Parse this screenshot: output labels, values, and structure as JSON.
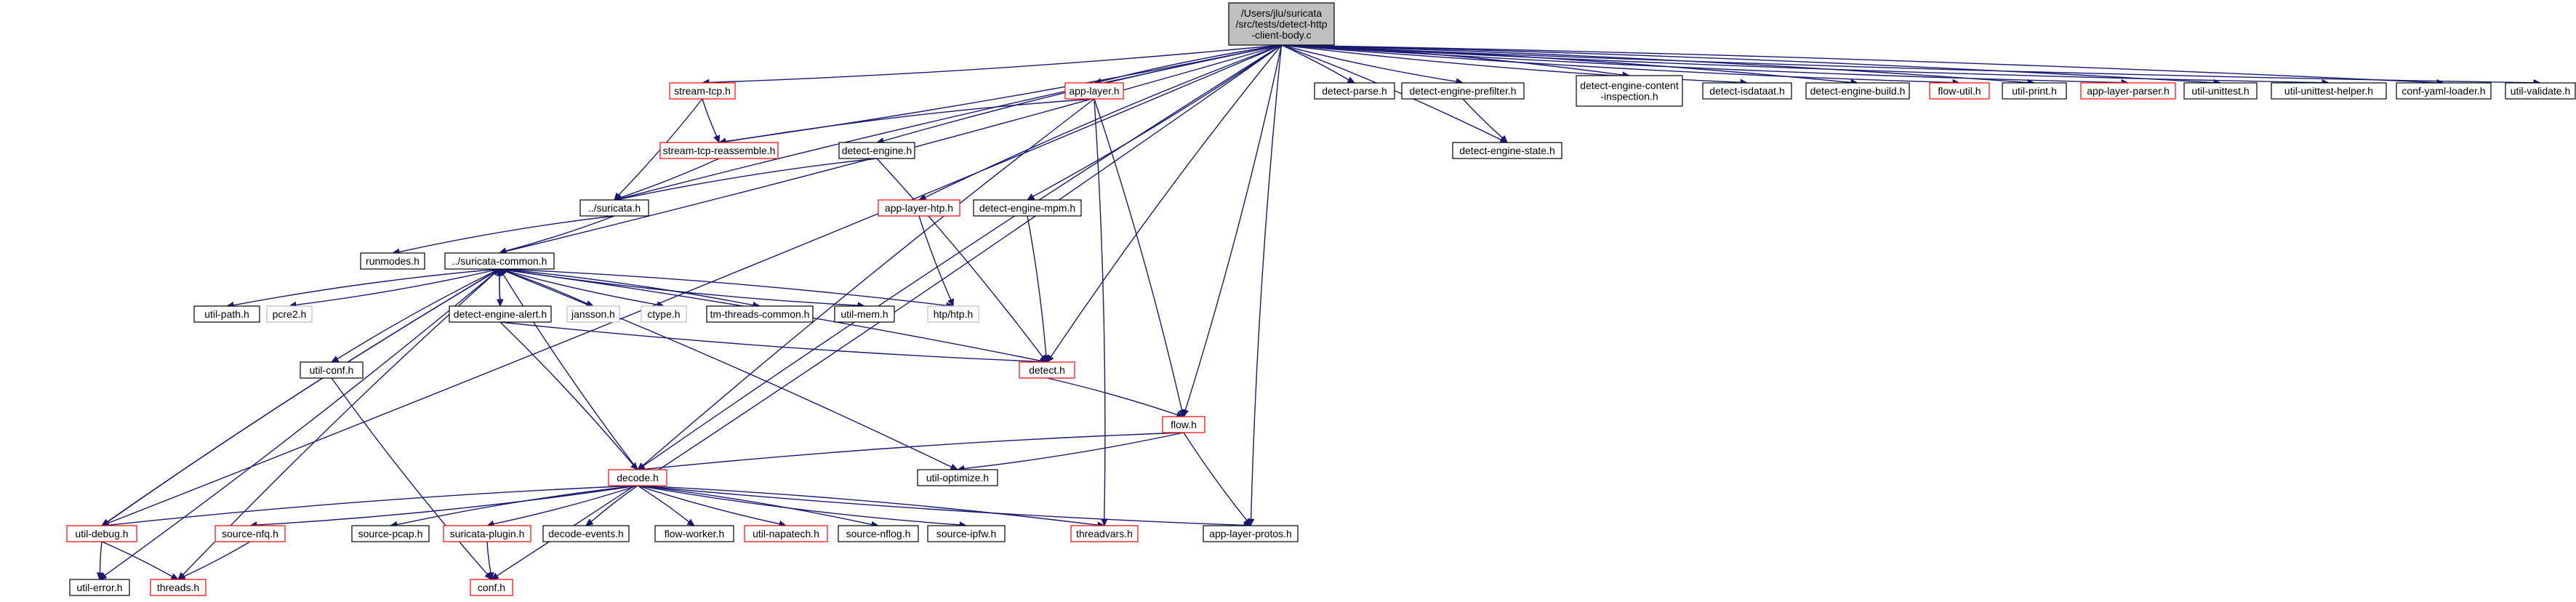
{
  "colors": {
    "edge": "#191970",
    "border_default": "#000000",
    "border_truncated": "#ff0000",
    "border_external": "#bfbfbf",
    "root_fill": "#bfbfbf"
  },
  "nodes": [
    {
      "id": "root",
      "label": [
        "/Users/jlu/suricata",
        "/src/tests/detect-http",
        "-client-body.c"
      ],
      "style": "root"
    },
    {
      "id": "streamtcp",
      "label": [
        "stream-tcp.h"
      ],
      "style": "red"
    },
    {
      "id": "applayer",
      "label": [
        "app-layer.h"
      ],
      "style": "red"
    },
    {
      "id": "detectparse",
      "label": [
        "detect-parse.h"
      ],
      "style": "black"
    },
    {
      "id": "prefilter",
      "label": [
        "detect-engine-prefilter.h"
      ],
      "style": "black"
    },
    {
      "id": "contentinsp",
      "label": [
        "detect-engine-content",
        "-inspection.h"
      ],
      "style": "black"
    },
    {
      "id": "isdataat",
      "label": [
        "detect-isdataat.h"
      ],
      "style": "black"
    },
    {
      "id": "enginebuild",
      "label": [
        "detect-engine-build.h"
      ],
      "style": "black"
    },
    {
      "id": "flowutil",
      "label": [
        "flow-util.h"
      ],
      "style": "red"
    },
    {
      "id": "utilprint",
      "label": [
        "util-print.h"
      ],
      "style": "black"
    },
    {
      "id": "alparser",
      "label": [
        "app-layer-parser.h"
      ],
      "style": "red"
    },
    {
      "id": "unittest",
      "label": [
        "util-unittest.h"
      ],
      "style": "black"
    },
    {
      "id": "unittesthelper",
      "label": [
        "util-unittest-helper.h"
      ],
      "style": "black"
    },
    {
      "id": "yamlloader",
      "label": [
        "conf-yaml-loader.h"
      ],
      "style": "black"
    },
    {
      "id": "validate",
      "label": [
        "util-validate.h"
      ],
      "style": "black"
    },
    {
      "id": "reassemble",
      "label": [
        "stream-tcp-reassemble.h"
      ],
      "style": "red"
    },
    {
      "id": "detectengine",
      "label": [
        "detect-engine.h"
      ],
      "style": "black"
    },
    {
      "id": "engstate",
      "label": [
        "detect-engine-state.h"
      ],
      "style": "black"
    },
    {
      "id": "alhtp",
      "label": [
        "app-layer-htp.h"
      ],
      "style": "red"
    },
    {
      "id": "enginempm",
      "label": [
        "detect-engine-mpm.h"
      ],
      "style": "black"
    },
    {
      "id": "suricata",
      "label": [
        "../suricata.h"
      ],
      "style": "black"
    },
    {
      "id": "runmodes",
      "label": [
        "runmodes.h"
      ],
      "style": "black"
    },
    {
      "id": "common",
      "label": [
        "../suricata-common.h"
      ],
      "style": "black"
    },
    {
      "id": "utilpath",
      "label": [
        "util-path.h"
      ],
      "style": "black"
    },
    {
      "id": "pcre2",
      "label": [
        "pcre2.h"
      ],
      "style": "gray"
    },
    {
      "id": "alert",
      "label": [
        "detect-engine-alert.h"
      ],
      "style": "black"
    },
    {
      "id": "jansson",
      "label": [
        "jansson.h"
      ],
      "style": "gray"
    },
    {
      "id": "ctype",
      "label": [
        "ctype.h"
      ],
      "style": "gray"
    },
    {
      "id": "tmthreads",
      "label": [
        "tm-threads-common.h"
      ],
      "style": "black"
    },
    {
      "id": "utilmem",
      "label": [
        "util-mem.h"
      ],
      "style": "black"
    },
    {
      "id": "htp",
      "label": [
        "htp/htp.h"
      ],
      "style": "gray"
    },
    {
      "id": "utilconf",
      "label": [
        "util-conf.h"
      ],
      "style": "black"
    },
    {
      "id": "detect",
      "label": [
        "detect.h"
      ],
      "style": "red"
    },
    {
      "id": "flow",
      "label": [
        "flow.h"
      ],
      "style": "red"
    },
    {
      "id": "decode",
      "label": [
        "decode.h"
      ],
      "style": "red"
    },
    {
      "id": "utiloptimize",
      "label": [
        "util-optimize.h"
      ],
      "style": "black"
    },
    {
      "id": "utildebug",
      "label": [
        "util-debug.h"
      ],
      "style": "red"
    },
    {
      "id": "sourcenfq",
      "label": [
        "source-nfq.h"
      ],
      "style": "red"
    },
    {
      "id": "sourcepcap",
      "label": [
        "source-pcap.h"
      ],
      "style": "black"
    },
    {
      "id": "plugin",
      "label": [
        "suricata-plugin.h"
      ],
      "style": "red"
    },
    {
      "id": "decodeevents",
      "label": [
        "decode-events.h"
      ],
      "style": "black"
    },
    {
      "id": "flowworker",
      "label": [
        "flow-worker.h"
      ],
      "style": "black"
    },
    {
      "id": "napatech",
      "label": [
        "util-napatech.h"
      ],
      "style": "red"
    },
    {
      "id": "sourcenflog",
      "label": [
        "source-nflog.h"
      ],
      "style": "black"
    },
    {
      "id": "sourceipfw",
      "label": [
        "source-ipfw.h"
      ],
      "style": "black"
    },
    {
      "id": "threadvars",
      "label": [
        "threadvars.h"
      ],
      "style": "red"
    },
    {
      "id": "alprotos",
      "label": [
        "app-layer-protos.h"
      ],
      "style": "black"
    },
    {
      "id": "utilerror",
      "label": [
        "util-error.h"
      ],
      "style": "black"
    },
    {
      "id": "threads",
      "label": [
        "threads.h"
      ],
      "style": "red"
    },
    {
      "id": "conf",
      "label": [
        "conf.h"
      ],
      "style": "red"
    }
  ],
  "edges": [
    [
      "root",
      "streamtcp"
    ],
    [
      "root",
      "applayer"
    ],
    [
      "root",
      "detectparse"
    ],
    [
      "root",
      "prefilter"
    ],
    [
      "root",
      "contentinsp"
    ],
    [
      "root",
      "isdataat"
    ],
    [
      "root",
      "enginebuild"
    ],
    [
      "root",
      "flowutil"
    ],
    [
      "root",
      "utilprint"
    ],
    [
      "root",
      "alparser"
    ],
    [
      "root",
      "unittest"
    ],
    [
      "root",
      "unittesthelper"
    ],
    [
      "root",
      "yamlloader"
    ],
    [
      "root",
      "validate"
    ],
    [
      "root",
      "reassemble"
    ],
    [
      "root",
      "detectengine"
    ],
    [
      "root",
      "engstate"
    ],
    [
      "root",
      "alhtp"
    ],
    [
      "root",
      "enginempm"
    ],
    [
      "root",
      "suricata"
    ],
    [
      "root",
      "common"
    ],
    [
      "root",
      "detect"
    ],
    [
      "root",
      "flow"
    ],
    [
      "root",
      "decode"
    ],
    [
      "root",
      "utildebug"
    ],
    [
      "root",
      "alprotos"
    ],
    [
      "root",
      "conf"
    ],
    [
      "streamtcp",
      "reassemble"
    ],
    [
      "streamtcp",
      "suricata"
    ],
    [
      "applayer",
      "reassemble"
    ],
    [
      "applayer",
      "flow"
    ],
    [
      "applayer",
      "decode"
    ],
    [
      "applayer",
      "threadvars"
    ],
    [
      "prefilter",
      "engstate"
    ],
    [
      "reassemble",
      "suricata"
    ],
    [
      "detectengine",
      "suricata"
    ],
    [
      "detectengine",
      "detect"
    ],
    [
      "alhtp",
      "htp"
    ],
    [
      "enginempm",
      "detect"
    ],
    [
      "suricata",
      "runmodes"
    ],
    [
      "suricata",
      "common"
    ],
    [
      "common",
      "utilpath"
    ],
    [
      "common",
      "pcre2"
    ],
    [
      "common",
      "alert"
    ],
    [
      "common",
      "jansson"
    ],
    [
      "common",
      "ctype"
    ],
    [
      "common",
      "tmthreads"
    ],
    [
      "common",
      "utilmem"
    ],
    [
      "common",
      "htp"
    ],
    [
      "common",
      "utilconf"
    ],
    [
      "common",
      "utiloptimize"
    ],
    [
      "common",
      "utildebug"
    ],
    [
      "common",
      "utilerror"
    ],
    [
      "common",
      "threads"
    ],
    [
      "alert",
      "common"
    ],
    [
      "alert",
      "detect"
    ],
    [
      "alert",
      "decode"
    ],
    [
      "detect",
      "common"
    ],
    [
      "detect",
      "flow"
    ],
    [
      "flow",
      "decode"
    ],
    [
      "flow",
      "utiloptimize"
    ],
    [
      "flow",
      "alprotos"
    ],
    [
      "decode",
      "common"
    ],
    [
      "decode",
      "utildebug"
    ],
    [
      "decode",
      "sourcenfq"
    ],
    [
      "decode",
      "sourcepcap"
    ],
    [
      "decode",
      "plugin"
    ],
    [
      "decode",
      "decodeevents"
    ],
    [
      "decode",
      "flowworker"
    ],
    [
      "decode",
      "napatech"
    ],
    [
      "decode",
      "sourcenflog"
    ],
    [
      "decode",
      "sourceipfw"
    ],
    [
      "decode",
      "threadvars"
    ],
    [
      "decode",
      "alprotos"
    ],
    [
      "utildebug",
      "common"
    ],
    [
      "utildebug",
      "utilerror"
    ],
    [
      "utildebug",
      "threads"
    ],
    [
      "utilconf",
      "conf"
    ],
    [
      "sourcenfq",
      "threads"
    ],
    [
      "plugin",
      "conf"
    ]
  ]
}
